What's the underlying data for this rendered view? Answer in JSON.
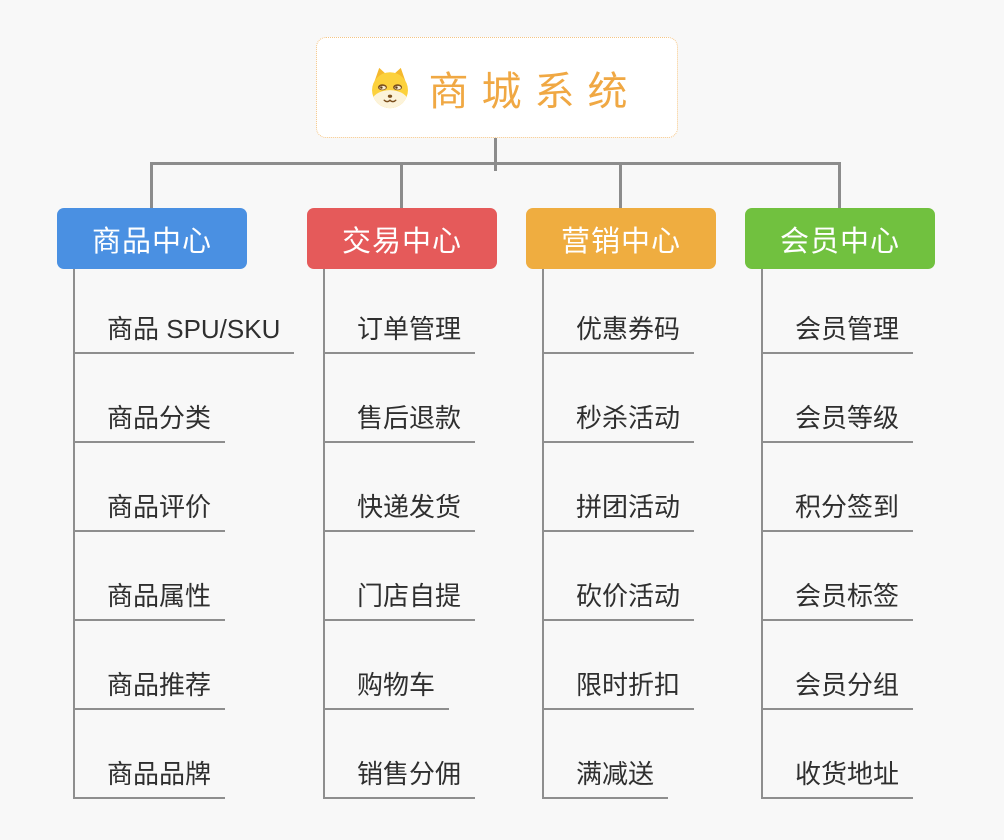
{
  "root": {
    "label": "商城系统",
    "icon": "shiba-dog-icon",
    "text_color": "#F0A843",
    "border_color": "#F5C584"
  },
  "branches": [
    {
      "label": "商品中心",
      "color": "#4A90E2",
      "items": [
        "商品 SPU/SKU",
        "商品分类",
        "商品评价",
        "商品属性",
        "商品推荐",
        "商品品牌"
      ]
    },
    {
      "label": "交易中心",
      "color": "#E55A5A",
      "items": [
        "订单管理",
        "售后退款",
        "快递发货",
        "门店自提",
        "购物车",
        "销售分佣"
      ]
    },
    {
      "label": "营销中心",
      "color": "#EFAD40",
      "items": [
        "优惠券码",
        "秒杀活动",
        "拼团活动",
        "砍价活动",
        "限时折扣",
        "满减送"
      ]
    },
    {
      "label": "会员中心",
      "color": "#71C13F",
      "items": [
        "会员管理",
        "会员等级",
        "积分签到",
        "会员标签",
        "会员分组",
        "收货地址"
      ]
    }
  ],
  "style": {
    "background": "#F8F8F8",
    "connector_color": "#8C8C8C",
    "leaf_line_color": "#8E8E8E",
    "leaf_text_color": "#2F2F2F"
  }
}
